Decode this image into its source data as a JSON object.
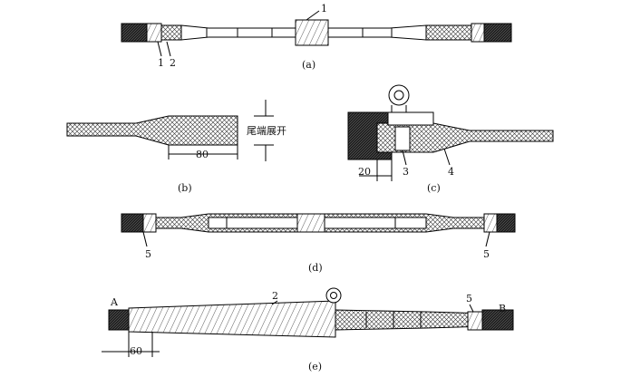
{
  "captions": {
    "a": "(a)",
    "b": "(b)",
    "c": "(c)",
    "d": "(d)",
    "e": "(e)"
  },
  "labels": {
    "a_top": "1",
    "a_bot1": "1",
    "a_bot2": "2",
    "b_dim": "80",
    "b_text": "尾端展开",
    "c_dim": "20",
    "c_3": "3",
    "c_4": "4",
    "d_left": "5",
    "d_right": "5",
    "e_A": "A",
    "e_B": "B",
    "e_2": "2",
    "e_5": "5",
    "e_dim": "60"
  }
}
